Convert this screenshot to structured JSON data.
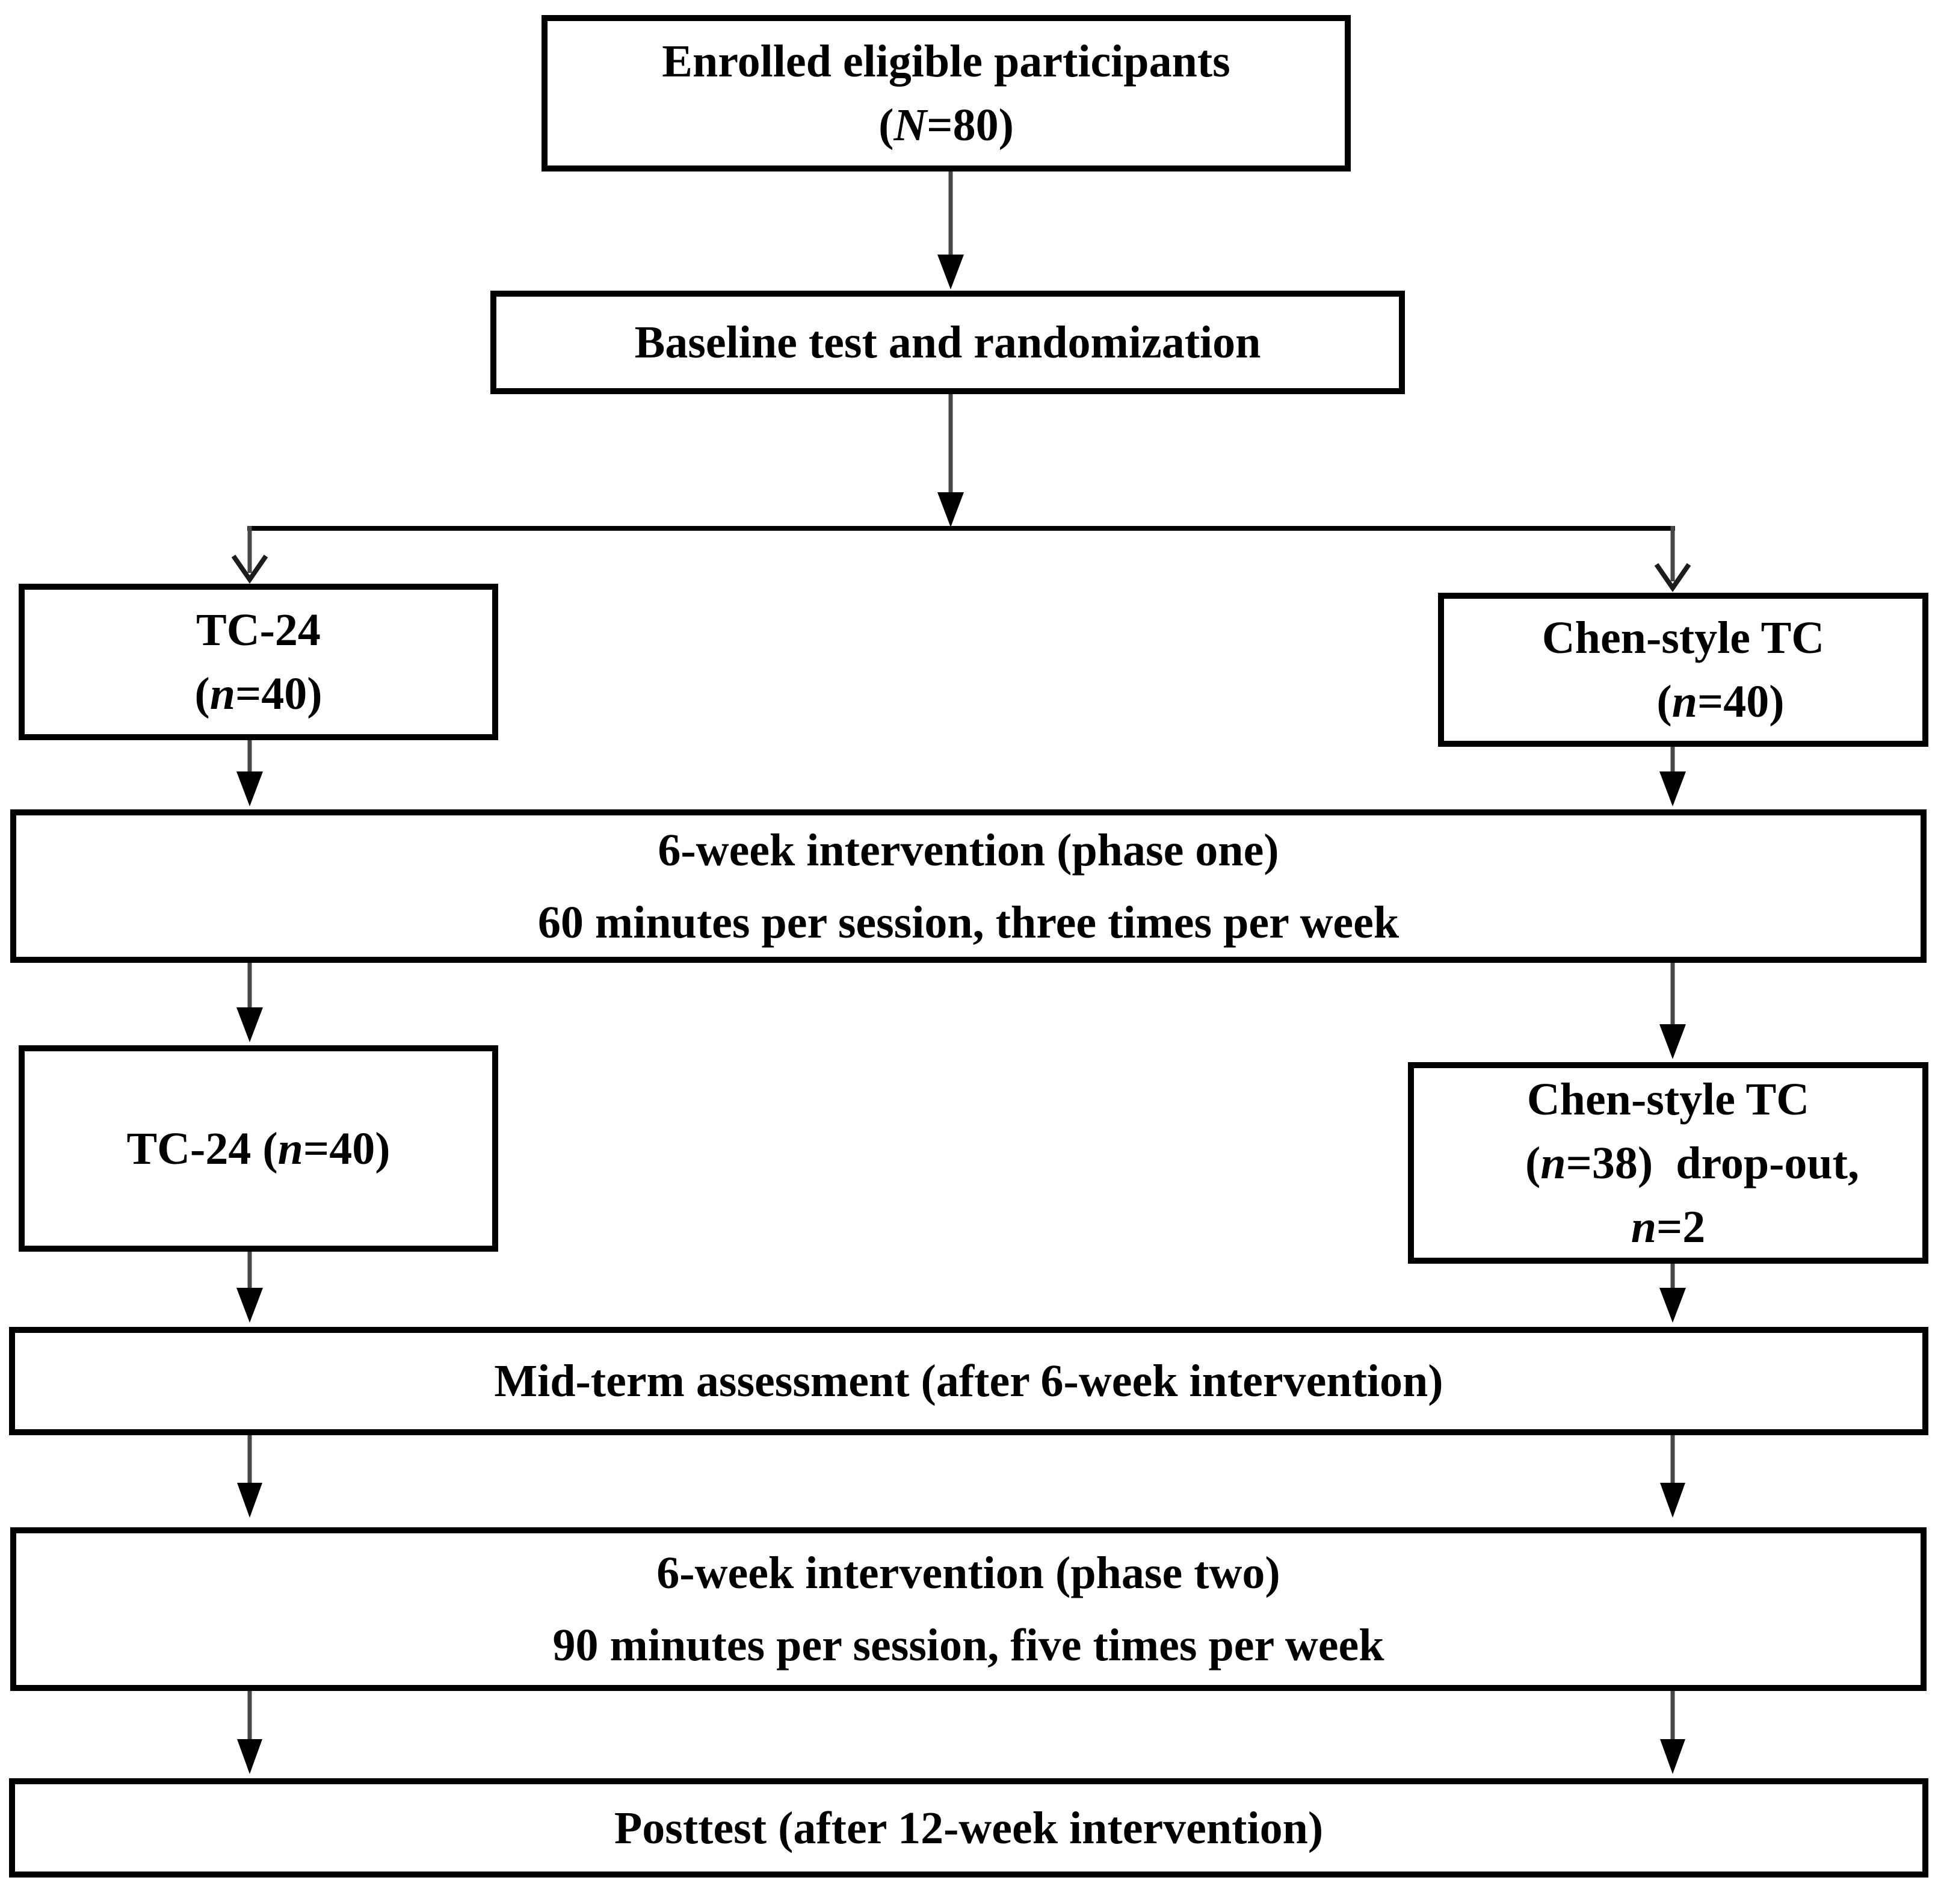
{
  "colors": {
    "background": "#ffffff",
    "box_border": "#000000",
    "text": "#000000",
    "connector_stem": "#474747",
    "arrowhead": "#000000"
  },
  "nodes": {
    "enrolled": {
      "lines": [
        [
          {
            "t": "Enrolled eligible participants"
          }
        ],
        [
          {
            "t": "("
          },
          {
            "t": "N",
            "i": true
          },
          {
            "t": "=80)"
          }
        ]
      ]
    },
    "baseline": {
      "lines": [
        [
          {
            "t": "Baseline test and randomization"
          }
        ]
      ]
    },
    "tc24_alloc": {
      "lines": [
        [
          {
            "t": "TC-24"
          }
        ],
        [
          {
            "t": "("
          },
          {
            "t": "n",
            "i": true
          },
          {
            "t": "=40)"
          }
        ]
      ]
    },
    "chen_alloc": {
      "lines": [
        [
          {
            "t": "Chen-style TC"
          }
        ],
        [
          {
            "t": "("
          },
          {
            "t": "n",
            "i": true
          },
          {
            "t": "=40)"
          }
        ]
      ]
    },
    "phase1": {
      "lines": [
        [
          {
            "t": "6-week intervention (phase one)"
          }
        ],
        [
          {
            "t": "60 minutes per session, three times per week"
          }
        ]
      ]
    },
    "tc24_mid": {
      "lines": [
        [
          {
            "t": "TC-24 ("
          },
          {
            "t": "n",
            "i": true
          },
          {
            "t": "=40)"
          }
        ]
      ]
    },
    "chen_mid": {
      "lines": [
        [
          {
            "t": "Chen-style TC"
          }
        ],
        [
          {
            "t": "("
          },
          {
            "t": "n",
            "i": true
          },
          {
            "t": "=38)  drop-out,"
          }
        ],
        [
          {
            "t": "n",
            "i": true
          },
          {
            "t": "=2"
          }
        ]
      ]
    },
    "midterm": {
      "lines": [
        [
          {
            "t": "Mid-term assessment (after 6-week intervention)"
          }
        ]
      ]
    },
    "phase2": {
      "lines": [
        [
          {
            "t": "6-week intervention (phase two)"
          }
        ],
        [
          {
            "t": "90 minutes per session, five times per week"
          }
        ]
      ]
    },
    "posttest": {
      "lines": [
        [
          {
            "t": "Posttest (after 12-week intervention)"
          }
        ]
      ]
    }
  }
}
